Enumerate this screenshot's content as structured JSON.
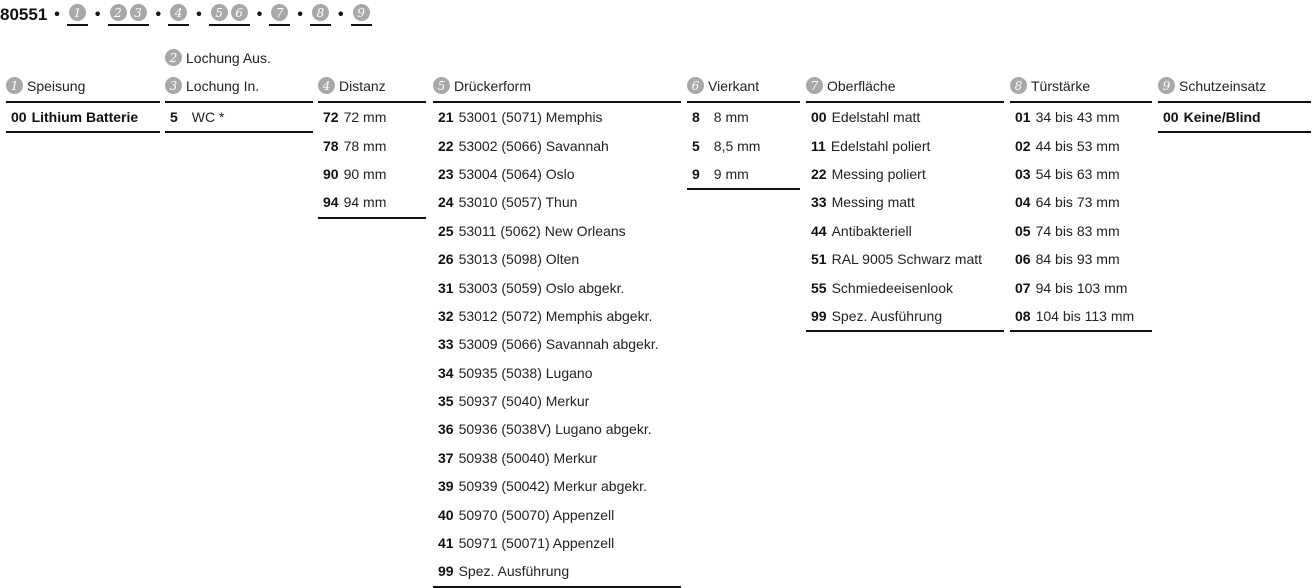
{
  "code": {
    "prefix": "80551",
    "groups": [
      [
        "1"
      ],
      [
        "2",
        "3"
      ],
      [
        "4"
      ],
      [
        "5",
        "6"
      ],
      [
        "7"
      ],
      [
        "8"
      ],
      [
        "9"
      ]
    ]
  },
  "columns": [
    {
      "num": "1",
      "title": "Speisung",
      "items": [
        {
          "code": "00",
          "label": "Lithium Batterie",
          "bold": true
        }
      ]
    },
    {
      "num": "3",
      "title": "Lochung In.",
      "extra": {
        "num": "2",
        "title": "Lochung Aus."
      },
      "items": [
        {
          "code": "5",
          "label": "WC *"
        }
      ]
    },
    {
      "num": "4",
      "title": "Distanz",
      "items": [
        {
          "code": "72",
          "label": "72 mm"
        },
        {
          "code": "78",
          "label": "78 mm"
        },
        {
          "code": "90",
          "label": "90 mm"
        },
        {
          "code": "94",
          "label": "94 mm"
        }
      ]
    },
    {
      "num": "5",
      "title": "Drückerform",
      "items": [
        {
          "code": "21",
          "label": "53001 (5071) Memphis"
        },
        {
          "code": "22",
          "label": "53002 (5066) Savannah"
        },
        {
          "code": "23",
          "label": "53004 (5064) Oslo"
        },
        {
          "code": "24",
          "label": "53010 (5057) Thun"
        },
        {
          "code": "25",
          "label": "53011 (5062) New Orleans"
        },
        {
          "code": "26",
          "label": "53013 (5098) Olten"
        },
        {
          "code": "31",
          "label": "53003 (5059) Oslo abgekr."
        },
        {
          "code": "32",
          "label": "53012 (5072) Memphis abgekr."
        },
        {
          "code": "33",
          "label": "53009 (5066) Savannah abgekr."
        },
        {
          "code": "34",
          "label": "50935 (5038) Lugano"
        },
        {
          "code": "35",
          "label": "50937 (5040) Merkur"
        },
        {
          "code": "36",
          "label": "50936 (5038V) Lugano abgekr."
        },
        {
          "code": "37",
          "label": "50938 (50040) Merkur"
        },
        {
          "code": "39",
          "label": "50939 (50042) Merkur abgekr."
        },
        {
          "code": "40",
          "label": "50970 (50070) Appenzell"
        },
        {
          "code": "41",
          "label": "50971 (50071) Appenzell"
        },
        {
          "code": "99",
          "label": "Spez. Ausführung"
        }
      ]
    },
    {
      "num": "6",
      "title": "Vierkant",
      "items": [
        {
          "code": "8",
          "label": "8 mm"
        },
        {
          "code": "5",
          "label": "8,5 mm"
        },
        {
          "code": "9",
          "label": "9 mm"
        }
      ]
    },
    {
      "num": "7",
      "title": "Oberfläche",
      "items": [
        {
          "code": "00",
          "label": "Edelstahl matt"
        },
        {
          "code": "11",
          "label": "Edelstahl poliert"
        },
        {
          "code": "22",
          "label": "Messing poliert"
        },
        {
          "code": "33",
          "label": "Messing matt"
        },
        {
          "code": "44",
          "label": "Antibakteriell"
        },
        {
          "code": "51",
          "label": "RAL 9005 Schwarz matt"
        },
        {
          "code": "55",
          "label": "Schmiedeeisenlook"
        },
        {
          "code": "99",
          "label": "Spez. Ausführung"
        }
      ]
    },
    {
      "num": "8",
      "title": "Türstärke",
      "items": [
        {
          "code": "01",
          "label": "34 bis 43 mm"
        },
        {
          "code": "02",
          "label": "44 bis 53 mm"
        },
        {
          "code": "03",
          "label": "54 bis 63 mm"
        },
        {
          "code": "04",
          "label": "64 bis 73 mm"
        },
        {
          "code": "05",
          "label": "74 bis 83 mm"
        },
        {
          "code": "06",
          "label": "84 bis 93 mm"
        },
        {
          "code": "07",
          "label": "94 bis 103 mm"
        },
        {
          "code": "08",
          "label": "104 bis 113 mm"
        }
      ]
    },
    {
      "num": "9",
      "title": "Schutzeinsatz",
      "items": [
        {
          "code": "00",
          "label": "Keine/Blind",
          "bold": true
        }
      ]
    }
  ]
}
